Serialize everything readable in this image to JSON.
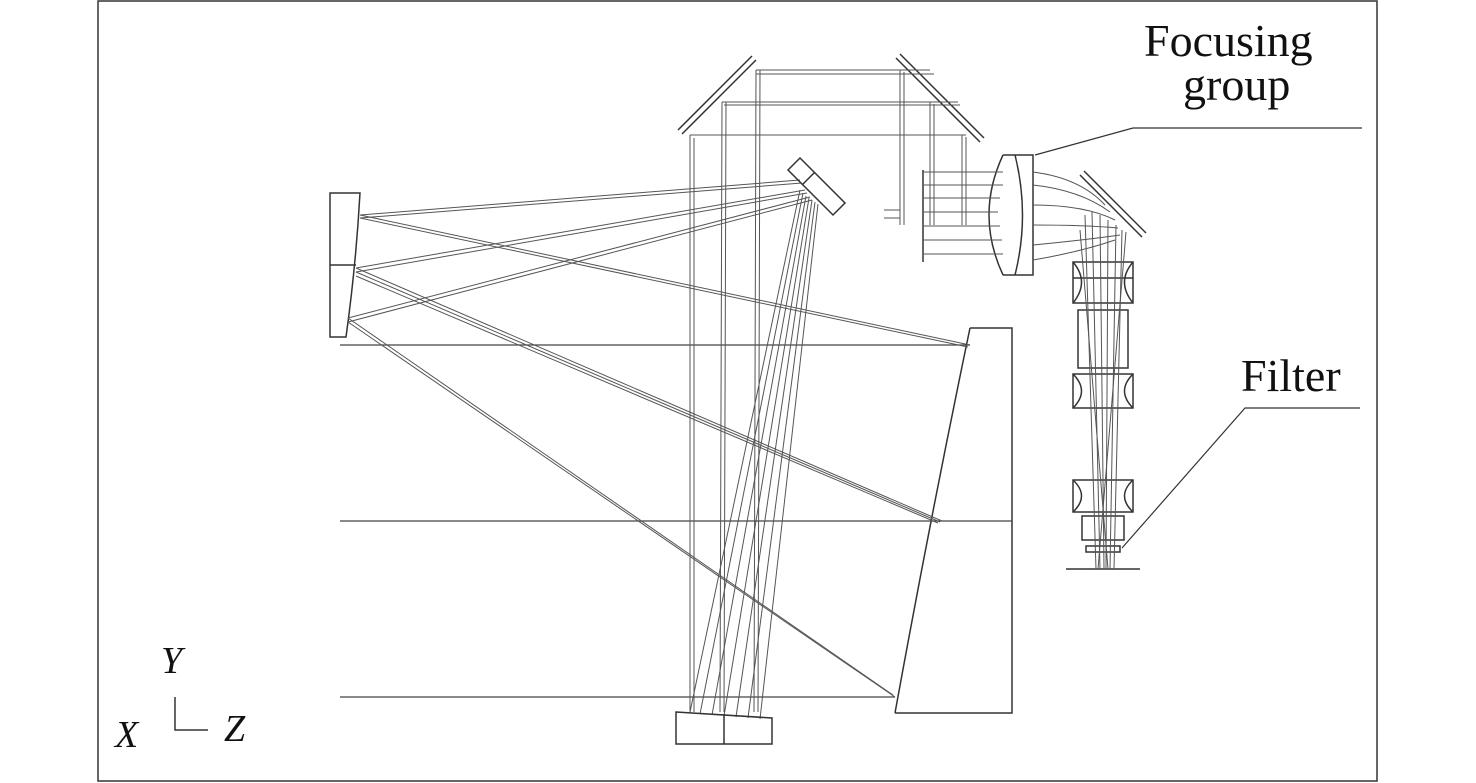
{
  "labels": {
    "focusing_group_line1": "Focusing",
    "focusing_group_line2": "group",
    "filter": "Filter"
  },
  "axes": {
    "y": "Y",
    "x": "X",
    "z": "Z"
  },
  "colors": {
    "stroke": "#333333",
    "ray": "#555555",
    "background": "#ffffff"
  }
}
